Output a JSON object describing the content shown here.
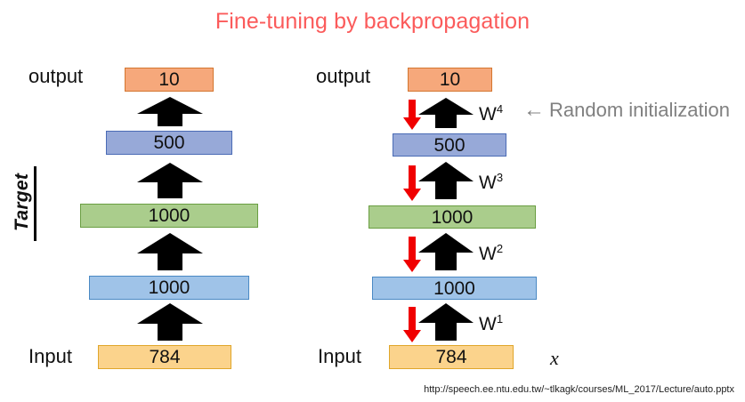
{
  "slide": {
    "title": "Fine-tuning by backpropagation",
    "title_color": "#FB5B5B",
    "footer_url": "http://speech.ee.ntu.edu.tw/~tlkagk/courses/ML_2017/Lecture/auto.pptx",
    "background": "#FFFFFF"
  },
  "left_diagram": {
    "output_label": "output",
    "input_label": "Input",
    "target_label": "Target",
    "layers": [
      {
        "value": "10",
        "color": "#F6A87B",
        "border": "#D4762F"
      },
      {
        "value": "500",
        "color": "#97A9D8",
        "border": "#4A6BB5"
      },
      {
        "value": "1000",
        "color": "#AACD8C",
        "border": "#6A9E42"
      },
      {
        "value": "1000",
        "color": "#9FC3E8",
        "border": "#4A89C4"
      },
      {
        "value": "784",
        "color": "#FBD38C",
        "border": "#E0A62B"
      }
    ]
  },
  "right_diagram": {
    "output_label": "output",
    "input_label": "Input",
    "input_variable": "x",
    "layers": [
      {
        "value": "10",
        "color": "#F6A87B",
        "border": "#D4762F"
      },
      {
        "value": "500",
        "color": "#97A9D8",
        "border": "#4A6BB5"
      },
      {
        "value": "1000",
        "color": "#AACD8C",
        "border": "#6A9E42"
      },
      {
        "value": "1000",
        "color": "#9FC3E8",
        "border": "#4A89C4"
      },
      {
        "value": "784",
        "color": "#FBD38C",
        "border": "#E0A62B"
      }
    ],
    "weights": [
      {
        "base": "W",
        "exponent": "4"
      },
      {
        "base": "W",
        "exponent": "3"
      },
      {
        "base": "W",
        "exponent": "2"
      },
      {
        "base": "W",
        "exponent": "1"
      }
    ],
    "annotation": {
      "arrow": "←",
      "text": "Random initialization",
      "color": "#808080"
    },
    "backprop_arrow_color": "#F00000"
  }
}
